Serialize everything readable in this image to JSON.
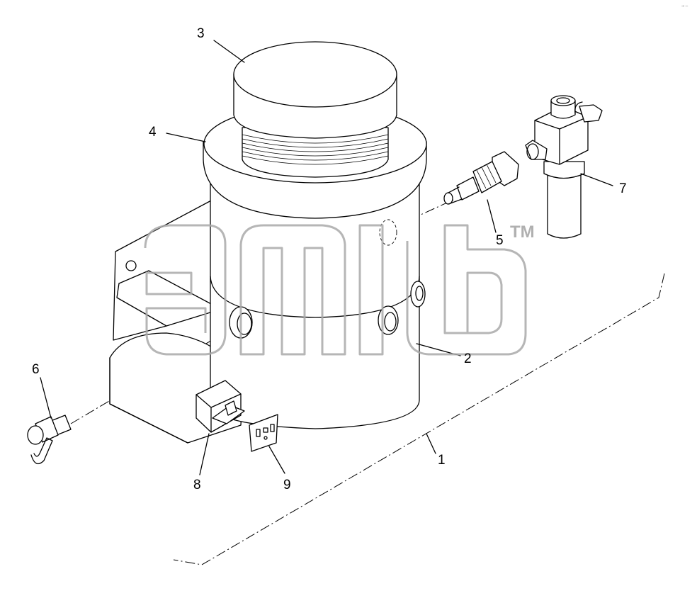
{
  "diagram": {
    "callouts": [
      {
        "id": "c1",
        "label": "1"
      },
      {
        "id": "c2",
        "label": "2"
      },
      {
        "id": "c3",
        "label": "3"
      },
      {
        "id": "c4",
        "label": "4"
      },
      {
        "id": "c5",
        "label": "5"
      },
      {
        "id": "c6",
        "label": "6"
      },
      {
        "id": "c7",
        "label": "7"
      },
      {
        "id": "c8",
        "label": "8"
      },
      {
        "id": "c9",
        "label": "9"
      }
    ],
    "watermark_tm": "TM",
    "corner_mark": "⊸ ─"
  }
}
